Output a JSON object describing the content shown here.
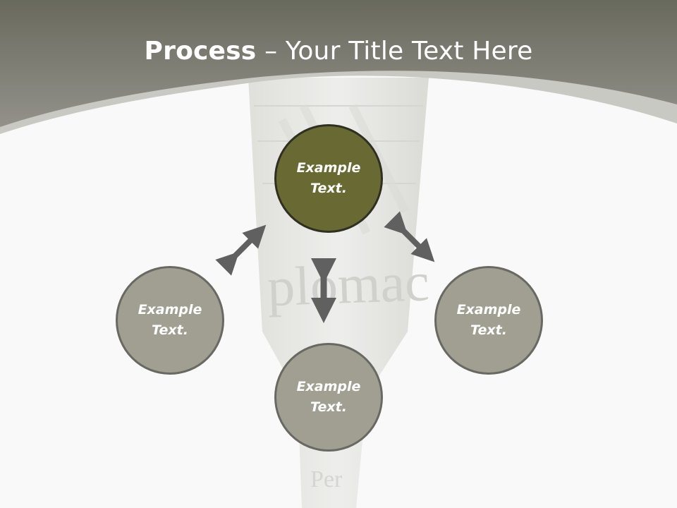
{
  "slide": {
    "title_strong": "Process",
    "title_rest": " – Your Title Text Here"
  },
  "colors": {
    "header": "#7f7e73",
    "main_node": "#696a33",
    "sub_node": "#a09f91",
    "arrow": "#606060"
  },
  "nodes": {
    "top": {
      "label": "Example Text."
    },
    "left": {
      "label": "Example Text."
    },
    "right": {
      "label": "Example Text."
    },
    "bottom": {
      "label": "Example Text."
    }
  },
  "decor": {
    "background_image": "newspaper-cone-icon"
  }
}
